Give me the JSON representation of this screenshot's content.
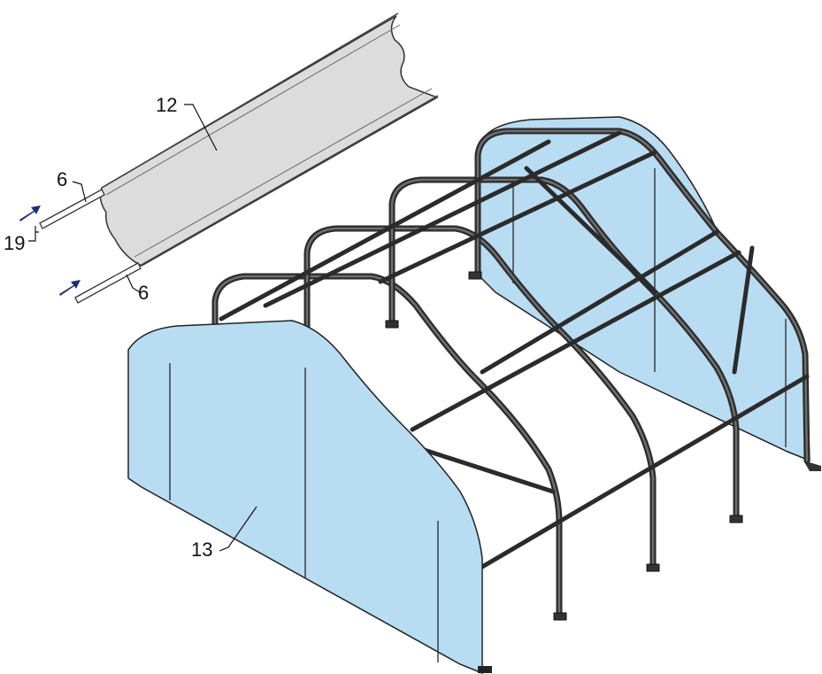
{
  "colors": {
    "panel_fill": "#b8dcf2",
    "fabric_fill": "#dcdcdc",
    "frame_stroke": "#2b2b2b",
    "arrow_fill": "#1f2a78",
    "background": "#ffffff"
  },
  "labels": {
    "fabric_panel": "12",
    "rod_top": "6",
    "rod_bottom": "6",
    "rod_group": "19",
    "end_wall": "13"
  },
  "icons": {
    "insert_arrow": "arrow-right-up-icon"
  }
}
